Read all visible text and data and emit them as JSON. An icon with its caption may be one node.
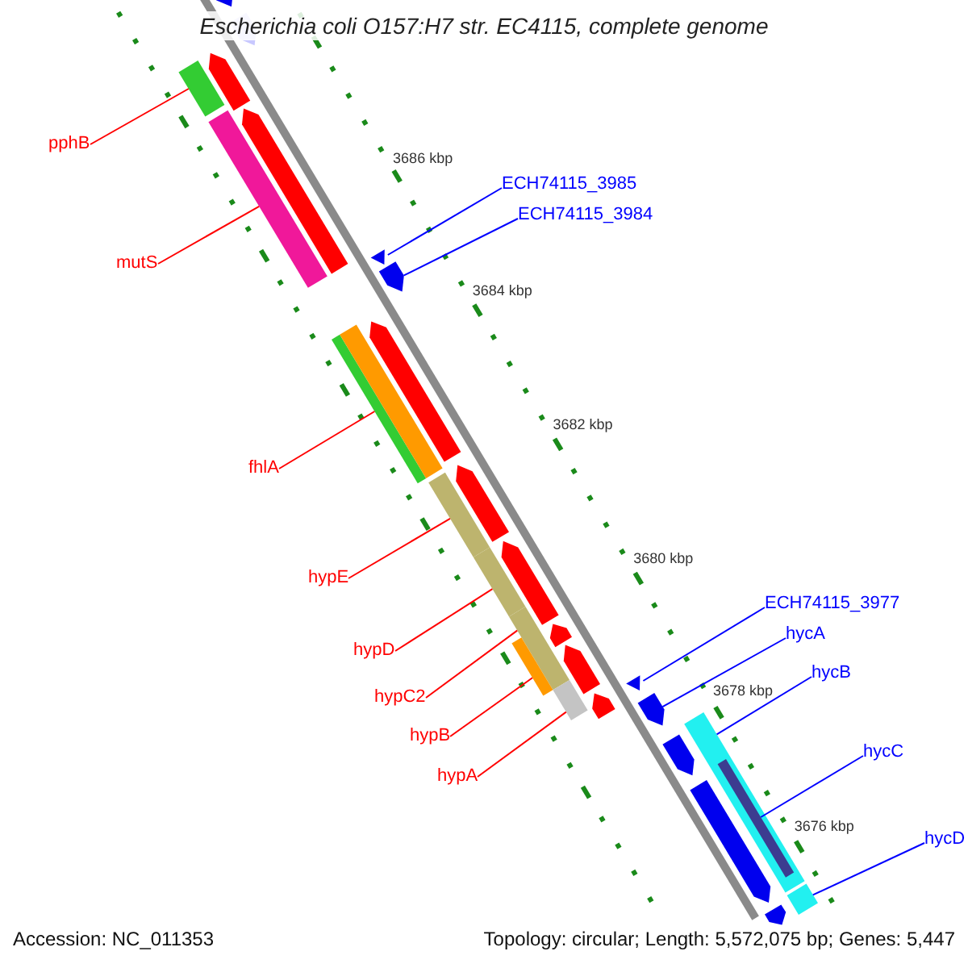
{
  "diagram": {
    "title": "Escherichia coli O157:H7 str. EC4115, complete genome",
    "nodes": [
      {
        "text": [
          "pphB"
        ]
      },
      {
        "text": [
          "mutS"
        ]
      },
      {
        "text": [
          "fhlA"
        ]
      },
      {
        "text": [
          "hypE"
        ]
      },
      {
        "text": [
          "hypD"
        ]
      },
      {
        "text": [
          "hypC2"
        ]
      },
      {
        "text": [
          "hypB"
        ]
      },
      {
        "text": [
          "hypA"
        ]
      },
      {
        "text": [
          "ECH74115_3985"
        ]
      },
      {
        "text": [
          "ECH74115_3984"
        ]
      },
      {
        "text": [
          "ECH74115_3977"
        ]
      },
      {
        "text": [
          "hycA"
        ]
      },
      {
        "text": [
          "hycB"
        ]
      },
      {
        "text": [
          "hycC"
        ]
      },
      {
        "text": [
          "hycD"
        ]
      },
      {
        "text": [],
        "shape": "bar"
      },
      {
        "text": [],
        "shape": "bar"
      },
      {
        "text": [],
        "shape": "bar"
      },
      {
        "text": [],
        "shape": "bar"
      },
      {
        "text": [],
        "shape": "bar"
      },
      {
        "text": [],
        "shape": "bar"
      },
      {
        "text": [],
        "shape": "bar"
      },
      {
        "text": [],
        "shape": "bar"
      },
      {
        "text": [],
        "shape": "triangle"
      },
      {
        "text": [],
        "shape": "pentagon"
      },
      {
        "text": [],
        "shape": "triangle"
      },
      {
        "text": [],
        "shape": "pentagon"
      },
      {
        "text": [],
        "shape": "bar"
      },
      {
        "text": [],
        "shape": "bar",
        "in": 27
      },
      {
        "text": [],
        "shape": "bar"
      },
      {
        "text": [],
        "shape": "pentagon"
      },
      {
        "text": [],
        "shape": "pentagon"
      },
      {
        "text": [],
        "shape": "pentagon"
      },
      {
        "text": [],
        "shape": "bar"
      },
      {
        "text": [],
        "shape": "pentagon"
      },
      {
        "text": [],
        "shape": "pentagon"
      },
      {
        "text": [],
        "shape": "pentagon"
      },
      {
        "text": [],
        "shape": "pentagon"
      },
      {
        "text": [],
        "shape": "pentagon"
      },
      {
        "text": [],
        "shape": "pentagon"
      },
      {
        "text": [],
        "shape": "pentagon"
      },
      {
        "text": [],
        "shape": "pentagon"
      },
      {
        "text": [],
        "shape": "pentagon"
      },
      {
        "text": [],
        "shape": "pentagon"
      }
    ],
    "edges": [
      {
        "from": 0,
        "to": 15,
        "arrow": "none"
      },
      {
        "from": 1,
        "to": 16,
        "arrow": "none"
      },
      {
        "from": 2,
        "to": 17,
        "arrow": "none"
      },
      {
        "from": 3,
        "to": 18,
        "arrow": "none"
      },
      {
        "from": 4,
        "to": 19,
        "arrow": "none"
      },
      {
        "from": 5,
        "to": 20,
        "arrow": "none"
      },
      {
        "from": 6,
        "to": 21,
        "arrow": "none"
      },
      {
        "from": 7,
        "to": 22,
        "arrow": "none"
      },
      {
        "from": 8,
        "to": 23,
        "arrow": "none",
        "color": "#0000ff"
      },
      {
        "from": 9,
        "to": 24,
        "arrow": "none",
        "color": "#0000ff"
      },
      {
        "from": 10,
        "to": 25,
        "arrow": "none",
        "color": "#0000ff"
      },
      {
        "from": 11,
        "to": 26,
        "arrow": "none",
        "color": "#0000ff"
      },
      {
        "from": 12,
        "to": 27,
        "arrow": "none",
        "color": "#0000ff"
      },
      {
        "from": 13,
        "to": 28,
        "arrow": "none",
        "color": "#0000ff"
      },
      {
        "from": 14,
        "to": 29,
        "arrow": "none",
        "color": "#0000ff"
      }
    ],
    "labels": [
      "3686 kbp",
      "3684 kbp",
      "3682 kbp",
      "3680 kbp",
      "3678 kbp",
      "3676 kbp",
      "Accession: NC_011353",
      "Topology: circular; Length: 5,572,075 bp; Genes: 5,447"
    ]
  }
}
